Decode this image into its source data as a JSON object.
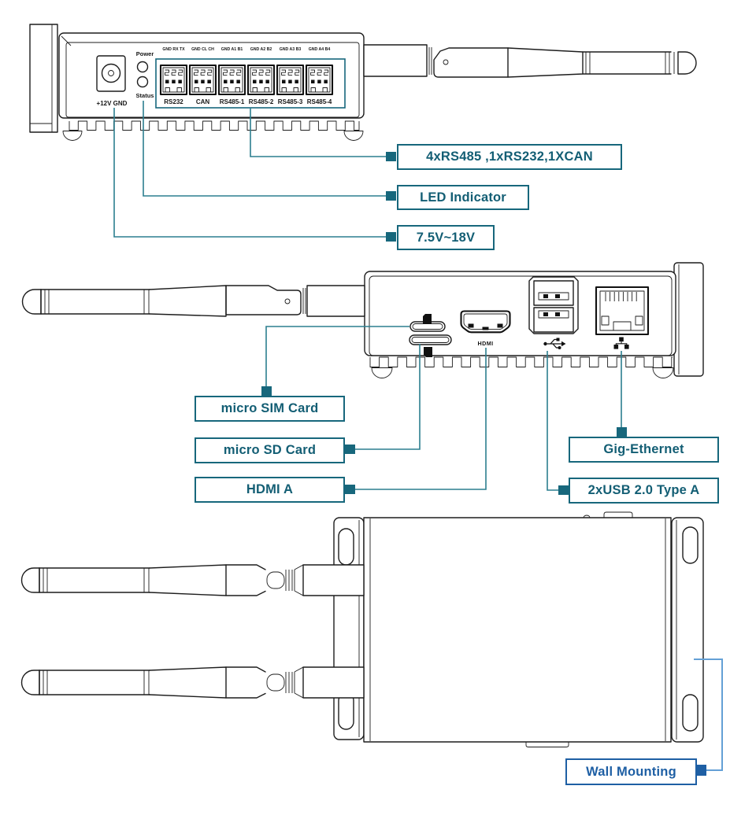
{
  "colors": {
    "teal": "#17677C",
    "teal_text": "#135E74",
    "blue": "#1E5FA4",
    "leader_teal": "#2C7F8F",
    "leader_blue": "#64A0D6"
  },
  "top_view": {
    "jack_label": "+12V GND",
    "power_label": "Power",
    "status_label": "Status",
    "pin_groups": [
      "GND RX TX",
      "GND CL CH",
      "GND A1 B1",
      "GND A2 B2",
      "GND A3 B3",
      "GND A4 B4"
    ],
    "connector_labels": [
      "RS232",
      "CAN",
      "RS485-1",
      "RS485-2",
      "RS485-3",
      "RS485-4"
    ],
    "callouts": {
      "serial": "4xRS485 ,1xRS232,1XCAN",
      "led": "LED Indicator",
      "power_range": "7.5V~18V"
    }
  },
  "side_view": {
    "hdmi_logo": "HDMI",
    "callouts": {
      "sim": "micro SIM Card",
      "sd": "micro SD Card",
      "hdmi": "HDMI A",
      "ethernet": "Gig-Ethernet",
      "usb": "2xUSB 2.0 Type A"
    }
  },
  "bottom_view": {
    "callouts": {
      "wall": "Wall Mounting"
    }
  }
}
